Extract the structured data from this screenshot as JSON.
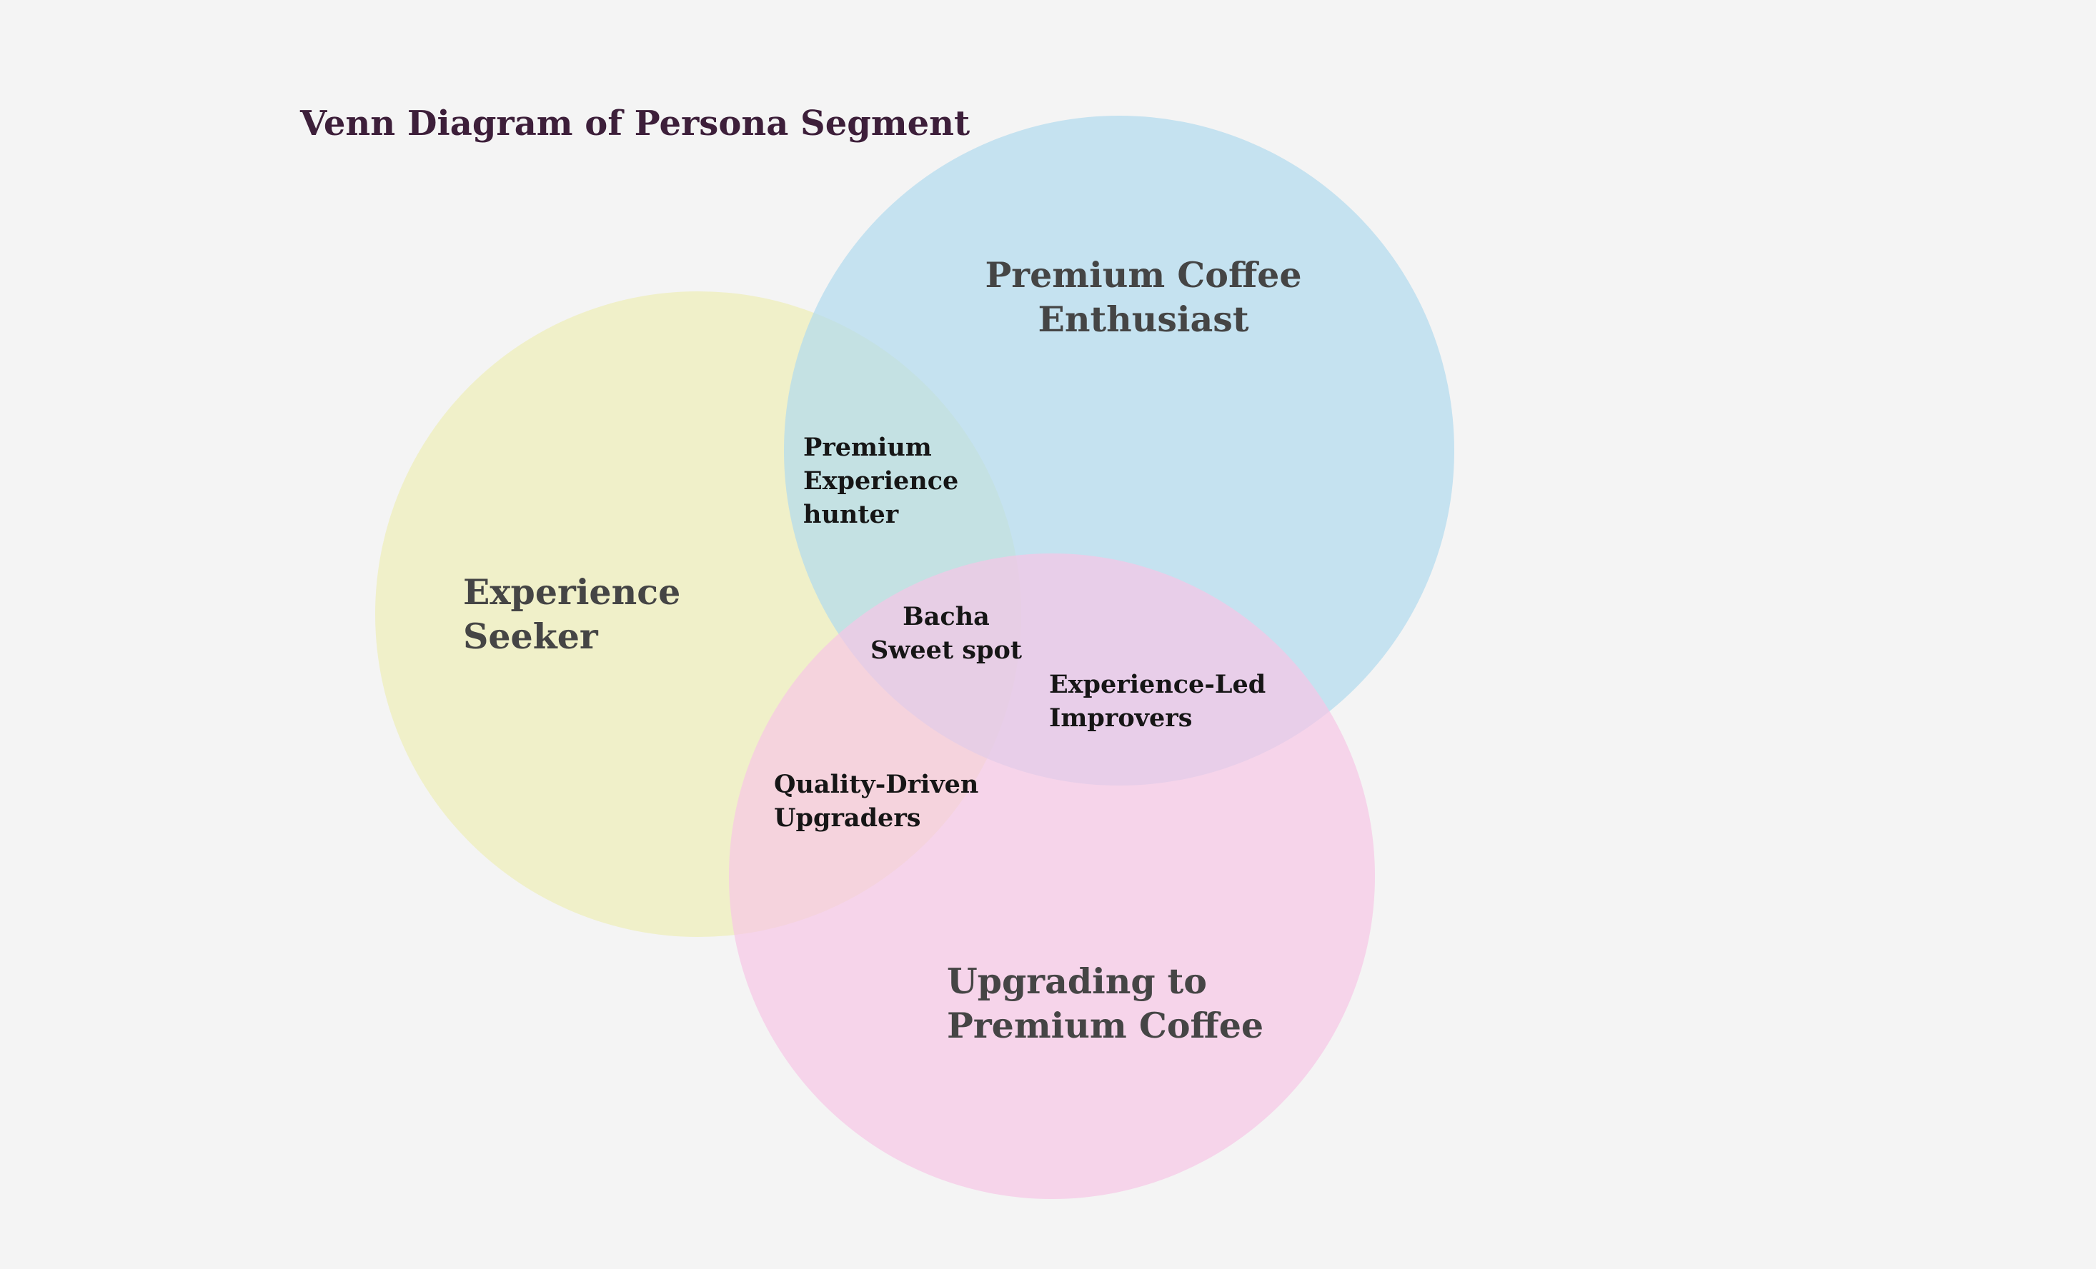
{
  "title": "Venn Diagram of Persona Segment",
  "colors": {
    "background": "#f4f4f4",
    "title": "#3d1f3a",
    "set_label": "#454545",
    "region_label": "#161616"
  },
  "sets": [
    {
      "key": "experience",
      "lines": [
        "Experience",
        "Seeker"
      ],
      "color": "#eeeeb6"
    },
    {
      "key": "premium",
      "lines": [
        "Premium Coffee",
        "Enthusiast"
      ],
      "color": "#b0daee"
    },
    {
      "key": "upgrading",
      "lines": [
        "Upgrading to",
        "Premium Coffee"
      ],
      "color": "#f6c6e5"
    }
  ],
  "regions": [
    {
      "key": "experience-premium",
      "lines": [
        "Premium",
        "Experience",
        "hunter"
      ]
    },
    {
      "key": "all-three",
      "lines": [
        "Bacha",
        "Sweet spot"
      ]
    },
    {
      "key": "premium-upgrading",
      "lines": [
        "Experience-Led",
        "Improvers"
      ]
    },
    {
      "key": "experience-upgrading",
      "lines": [
        "Quality-Driven",
        "Upgraders"
      ]
    }
  ]
}
